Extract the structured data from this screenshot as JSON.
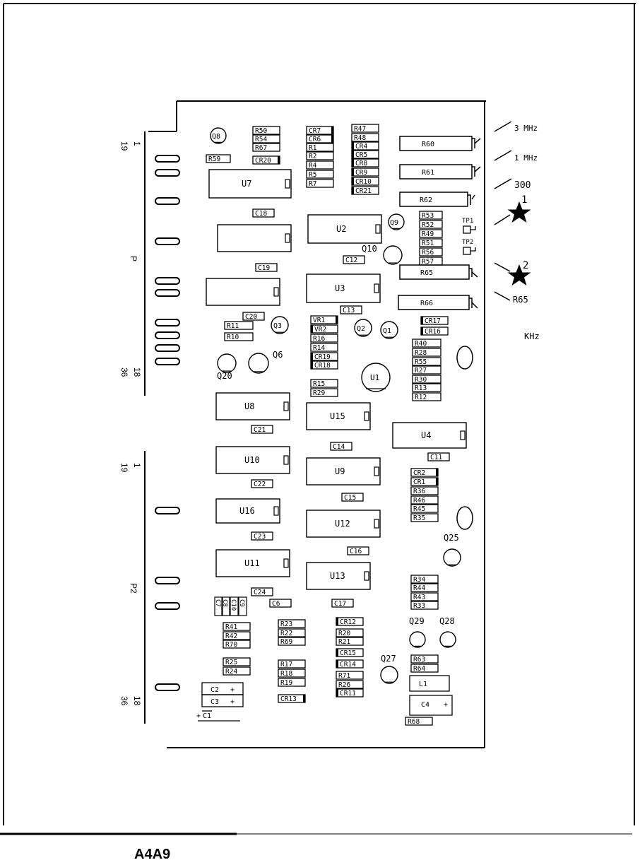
{
  "board_title": "A4A9",
  "connector_p1": {
    "label": "P",
    "pin_top": "1",
    "pin_top2": "19",
    "pin_bottom": "18",
    "pin_bottom2": "36"
  },
  "connector_p2": {
    "label": "P2",
    "pin_top": "1",
    "pin_top2": "19",
    "pin_bottom": "18",
    "pin_bottom2": "36"
  },
  "ics": [
    "U7",
    "U2",
    "U3",
    "U8",
    "U15",
    "U4",
    "U10",
    "U9",
    "U16",
    "U12",
    "U11",
    "U13",
    "U1"
  ],
  "transistors": [
    "Q8",
    "Q9",
    "Q10",
    "Q3",
    "Q2",
    "Q1",
    "Q6",
    "Q20",
    "Q25",
    "Q29",
    "Q28",
    "Q27"
  ],
  "resistors": [
    "R50",
    "R54",
    "R67",
    "R59",
    "R47",
    "R48",
    "R1",
    "R2",
    "R4",
    "R5",
    "R7",
    "R60",
    "R61",
    "R62",
    "R53",
    "R52",
    "R49",
    "R51",
    "R56",
    "R57",
    "R65",
    "R66",
    "R11",
    "R10",
    "R16",
    "R14",
    "R15",
    "R29",
    "R40",
    "R28",
    "R55",
    "R27",
    "R30",
    "R13",
    "R12",
    "R36",
    "R46",
    "R45",
    "R35",
    "R34",
    "R44",
    "R43",
    "R33",
    "R41",
    "R42",
    "R70",
    "R23",
    "R22",
    "R69",
    "R20",
    "R21",
    "R71",
    "R26",
    "R25",
    "R24",
    "R17",
    "R18",
    "R19",
    "R63",
    "R64",
    "R68"
  ],
  "diodes": [
    "CR7",
    "CR6",
    "CR20",
    "CR4",
    "CR5",
    "CR8",
    "CR9",
    "CR10",
    "CR21",
    "VR1",
    "VR2",
    "CR19",
    "CR18",
    "CR17",
    "CR16",
    "CR2",
    "CR1",
    "CR12",
    "CR15",
    "CR14",
    "CR11",
    "CR13"
  ],
  "capacitors": [
    "C18",
    "C19",
    "C12",
    "C13",
    "C20",
    "C21",
    "C14",
    "C11",
    "C22",
    "C15",
    "C23",
    "C16",
    "C24",
    "C6",
    "C17",
    "C7",
    "C8",
    "C10",
    "C9",
    "C2",
    "C3",
    "C1",
    "C4"
  ],
  "inductors": [
    "L1"
  ],
  "test_points": [
    "TP1",
    "TP2"
  ],
  "callouts": {
    "r60": "3 MHz",
    "r61": "1 MHz",
    "r62": "300",
    "star1": "1",
    "star2": "2",
    "r65": "R65",
    "unit": "KHz"
  }
}
